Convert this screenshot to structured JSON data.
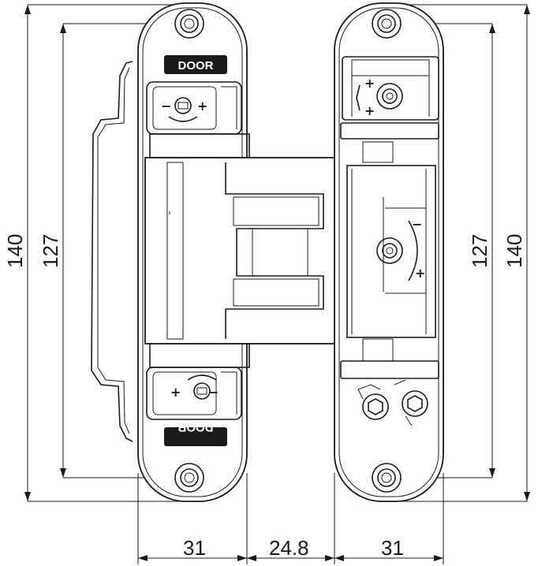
{
  "dimensions": {
    "overall_height_left": "140",
    "mounting_height_left": "127",
    "mounting_height_right": "127",
    "overall_height_right": "140",
    "left_leaf_width": "31",
    "center_width": "24.8",
    "right_leaf_width": "31"
  },
  "labels": {
    "top_plate_label": "DOOR",
    "bottom_plate_label": "DOOR"
  },
  "adjustment_marks": {
    "minus": "−",
    "plus": "+"
  }
}
